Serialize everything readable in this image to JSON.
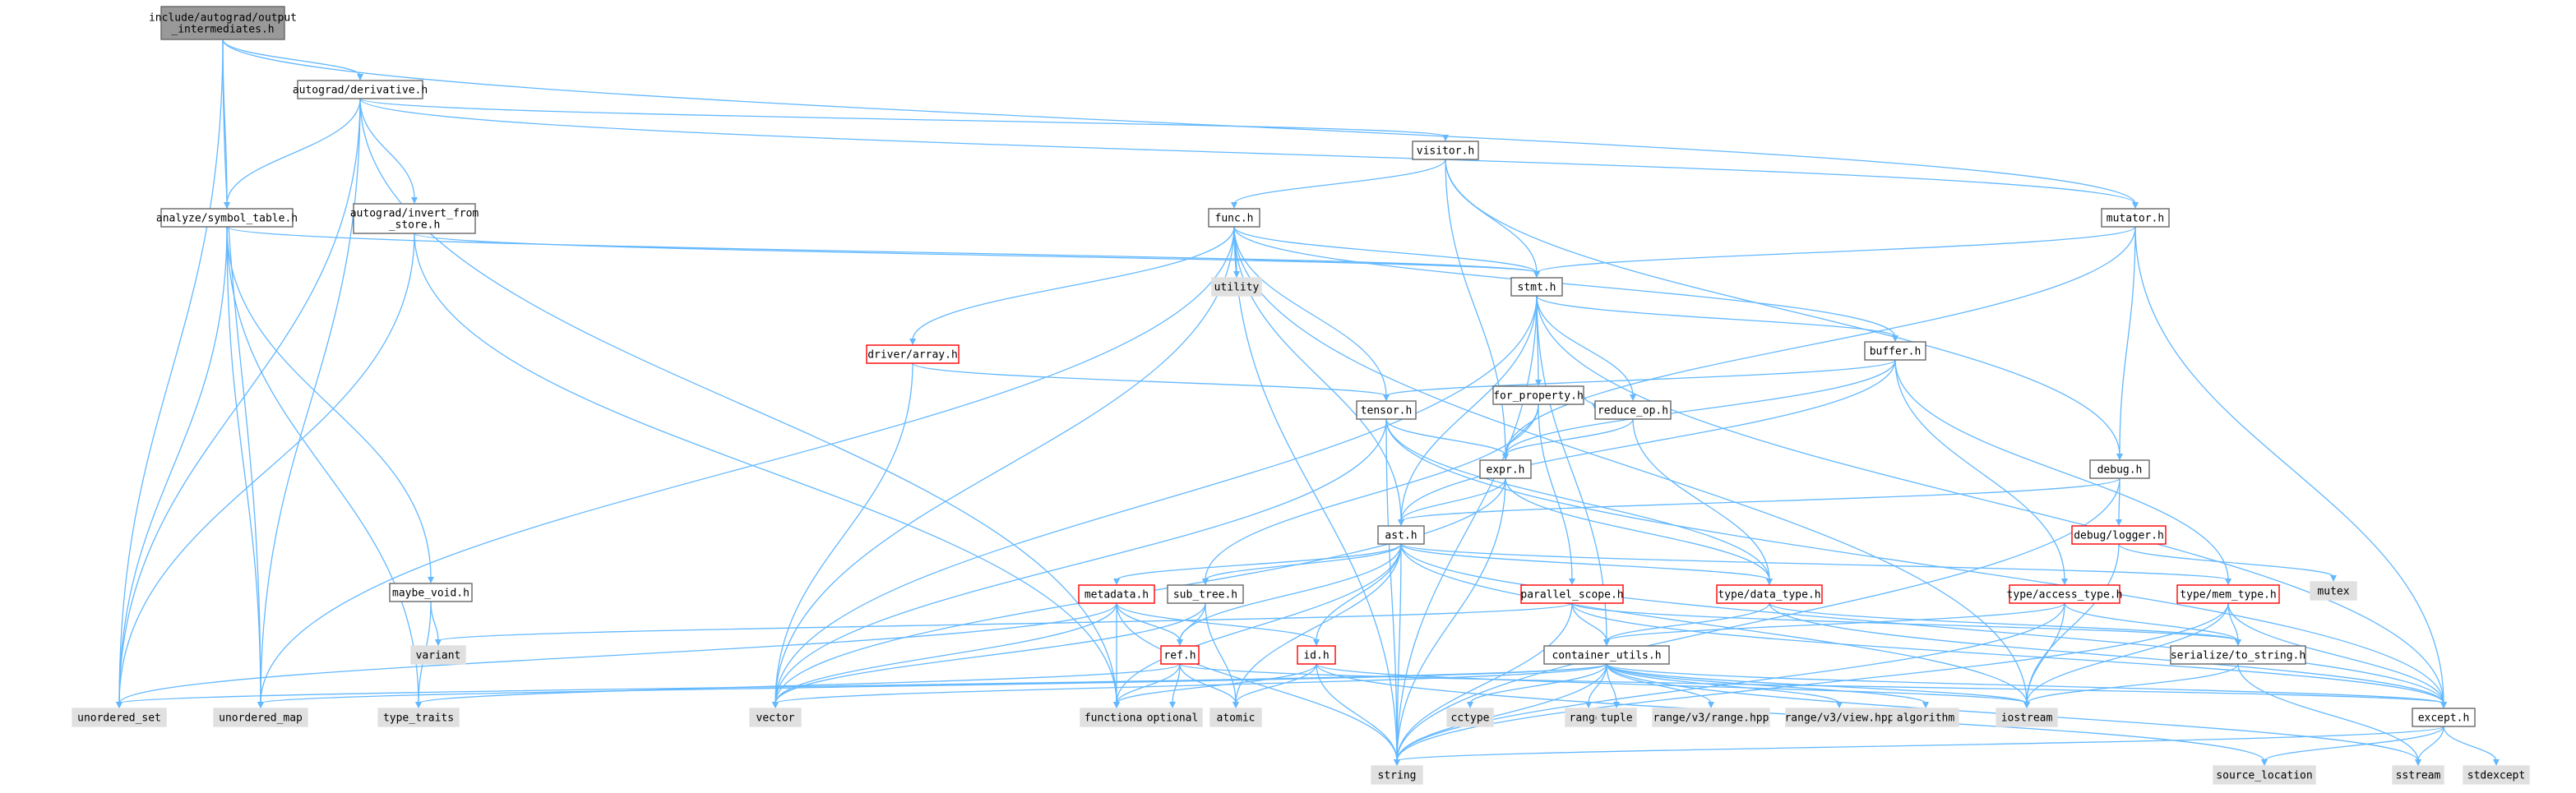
{
  "title": "include/autograd/output_intermediates.h include dependency graph",
  "colors": {
    "root_fill": "#999999",
    "node_fill": "#ffffff",
    "node_border": "#666666",
    "red_border": "#ff0000",
    "system_fill": "#e0e0e0",
    "system_border": "#e0e0e0",
    "edge": "#63b8ff"
  },
  "nodes": [
    {
      "id": "root",
      "lines": [
        "include/autograd/output",
        "_intermediates.h"
      ],
      "kind": "root"
    },
    {
      "id": "derivative",
      "lines": [
        "autograd/derivative.h"
      ],
      "kind": "normal"
    },
    {
      "id": "symtable",
      "lines": [
        "analyze/symbol_table.h"
      ],
      "kind": "normal"
    },
    {
      "id": "invert",
      "lines": [
        "autograd/invert_from",
        "_store.h"
      ],
      "kind": "normal"
    },
    {
      "id": "visitor",
      "lines": [
        "visitor.h"
      ],
      "kind": "normal"
    },
    {
      "id": "mutator",
      "lines": [
        "mutator.h"
      ],
      "kind": "normal"
    },
    {
      "id": "func",
      "lines": [
        "func.h"
      ],
      "kind": "normal"
    },
    {
      "id": "stmt",
      "lines": [
        "stmt.h"
      ],
      "kind": "normal"
    },
    {
      "id": "utility",
      "lines": [
        "utility"
      ],
      "kind": "system"
    },
    {
      "id": "driverarray",
      "lines": [
        "driver/array.h"
      ],
      "kind": "red"
    },
    {
      "id": "forprop",
      "lines": [
        "for_property.h"
      ],
      "kind": "normal"
    },
    {
      "id": "buffer",
      "lines": [
        "buffer.h"
      ],
      "kind": "normal"
    },
    {
      "id": "tensor",
      "lines": [
        "tensor.h"
      ],
      "kind": "normal"
    },
    {
      "id": "reduceop",
      "lines": [
        "reduce_op.h"
      ],
      "kind": "normal"
    },
    {
      "id": "expr",
      "lines": [
        "expr.h"
      ],
      "kind": "normal"
    },
    {
      "id": "debug",
      "lines": [
        "debug.h"
      ],
      "kind": "normal"
    },
    {
      "id": "ast",
      "lines": [
        "ast.h"
      ],
      "kind": "normal"
    },
    {
      "id": "debuglogger",
      "lines": [
        "debug/logger.h"
      ],
      "kind": "red"
    },
    {
      "id": "mutex",
      "lines": [
        "mutex"
      ],
      "kind": "system"
    },
    {
      "id": "maybevoid",
      "lines": [
        "maybe_void.h"
      ],
      "kind": "normal"
    },
    {
      "id": "metadata",
      "lines": [
        "metadata.h"
      ],
      "kind": "red"
    },
    {
      "id": "subtree",
      "lines": [
        "sub_tree.h"
      ],
      "kind": "normal"
    },
    {
      "id": "parallelscope",
      "lines": [
        "parallel_scope.h"
      ],
      "kind": "red"
    },
    {
      "id": "datatype",
      "lines": [
        "type/data_type.h"
      ],
      "kind": "red"
    },
    {
      "id": "accesstype",
      "lines": [
        "type/access_type.h"
      ],
      "kind": "red"
    },
    {
      "id": "memtype",
      "lines": [
        "type/mem_type.h"
      ],
      "kind": "red"
    },
    {
      "id": "variant",
      "lines": [
        "variant"
      ],
      "kind": "system"
    },
    {
      "id": "ref",
      "lines": [
        "ref.h"
      ],
      "kind": "red"
    },
    {
      "id": "idh",
      "lines": [
        "id.h"
      ],
      "kind": "red"
    },
    {
      "id": "containerutils",
      "lines": [
        "container_utils.h"
      ],
      "kind": "normal"
    },
    {
      "id": "serialize",
      "lines": [
        "serialize/to_string.h"
      ],
      "kind": "normal"
    },
    {
      "id": "unorderedset",
      "lines": [
        "unordered_set"
      ],
      "kind": "system"
    },
    {
      "id": "unorderedmap",
      "lines": [
        "unordered_map"
      ],
      "kind": "system"
    },
    {
      "id": "typetraits",
      "lines": [
        "type_traits"
      ],
      "kind": "system"
    },
    {
      "id": "vector",
      "lines": [
        "vector"
      ],
      "kind": "system"
    },
    {
      "id": "functional",
      "lines": [
        "functional"
      ],
      "kind": "system"
    },
    {
      "id": "optional",
      "lines": [
        "optional"
      ],
      "kind": "system"
    },
    {
      "id": "atomic",
      "lines": [
        "atomic"
      ],
      "kind": "system"
    },
    {
      "id": "cctype",
      "lines": [
        "cctype"
      ],
      "kind": "system"
    },
    {
      "id": "ranges",
      "lines": [
        "ranges"
      ],
      "kind": "system"
    },
    {
      "id": "tuple",
      "lines": [
        "tuple"
      ],
      "kind": "system"
    },
    {
      "id": "rangev3range",
      "lines": [
        "range/v3/range.hpp"
      ],
      "kind": "system"
    },
    {
      "id": "rangev3view",
      "lines": [
        "range/v3/view.hpp"
      ],
      "kind": "system"
    },
    {
      "id": "algorithm",
      "lines": [
        "algorithm"
      ],
      "kind": "system"
    },
    {
      "id": "iostream",
      "lines": [
        "iostream"
      ],
      "kind": "system"
    },
    {
      "id": "except",
      "lines": [
        "except.h"
      ],
      "kind": "normal"
    },
    {
      "id": "string",
      "lines": [
        "string"
      ],
      "kind": "system"
    },
    {
      "id": "sourcelocation",
      "lines": [
        "source_location"
      ],
      "kind": "system"
    },
    {
      "id": "sstream",
      "lines": [
        "sstream"
      ],
      "kind": "system"
    },
    {
      "id": "stdexcept",
      "lines": [
        "stdexcept"
      ],
      "kind": "system"
    }
  ],
  "edges": [
    [
      "root",
      "derivative"
    ],
    [
      "root",
      "symtable"
    ],
    [
      "root",
      "mutator"
    ],
    [
      "root",
      "unorderedset"
    ],
    [
      "root",
      "unorderedmap"
    ],
    [
      "derivative",
      "symtable"
    ],
    [
      "derivative",
      "invert"
    ],
    [
      "derivative",
      "visitor"
    ],
    [
      "derivative",
      "mutator"
    ],
    [
      "derivative",
      "unorderedset"
    ],
    [
      "derivative",
      "unorderedmap"
    ],
    [
      "derivative",
      "functional"
    ],
    [
      "symtable",
      "stmt"
    ],
    [
      "symtable",
      "maybevoid"
    ],
    [
      "symtable",
      "unorderedset"
    ],
    [
      "symtable",
      "unorderedmap"
    ],
    [
      "symtable",
      "typetraits"
    ],
    [
      "invert",
      "stmt"
    ],
    [
      "invert",
      "unorderedset"
    ],
    [
      "invert",
      "functional"
    ],
    [
      "visitor",
      "func"
    ],
    [
      "visitor",
      "stmt"
    ],
    [
      "visitor",
      "expr"
    ],
    [
      "visitor",
      "debug"
    ],
    [
      "mutator",
      "stmt"
    ],
    [
      "mutator",
      "debug"
    ],
    [
      "mutator",
      "except"
    ],
    [
      "mutator",
      "expr"
    ],
    [
      "func",
      "stmt"
    ],
    [
      "func",
      "utility"
    ],
    [
      "func",
      "driverarray"
    ],
    [
      "func",
      "tensor"
    ],
    [
      "func",
      "buffer"
    ],
    [
      "func",
      "ast"
    ],
    [
      "func",
      "unorderedmap"
    ],
    [
      "func",
      "vector"
    ],
    [
      "func",
      "string"
    ],
    [
      "func",
      "iostream"
    ],
    [
      "stmt",
      "forprop"
    ],
    [
      "stmt",
      "buffer"
    ],
    [
      "stmt",
      "reduceop"
    ],
    [
      "stmt",
      "ast"
    ],
    [
      "stmt",
      "containerutils"
    ],
    [
      "stmt",
      "except"
    ],
    [
      "stmt",
      "vector"
    ],
    [
      "stmt",
      "string"
    ],
    [
      "driverarray",
      "tensor"
    ],
    [
      "driverarray",
      "vector"
    ],
    [
      "forprop",
      "expr"
    ],
    [
      "forprop",
      "reduceop"
    ],
    [
      "forprop",
      "parallelscope"
    ],
    [
      "forprop",
      "subtree"
    ],
    [
      "buffer",
      "tensor"
    ],
    [
      "buffer",
      "accesstype"
    ],
    [
      "buffer",
      "memtype"
    ],
    [
      "buffer",
      "expr"
    ],
    [
      "buffer",
      "ast"
    ],
    [
      "tensor",
      "expr"
    ],
    [
      "tensor",
      "datatype"
    ],
    [
      "tensor",
      "vector"
    ],
    [
      "tensor",
      "string"
    ],
    [
      "tensor",
      "except"
    ],
    [
      "reduceop",
      "expr"
    ],
    [
      "reduceop",
      "datatype"
    ],
    [
      "expr",
      "ast"
    ],
    [
      "expr",
      "datatype"
    ],
    [
      "expr",
      "string"
    ],
    [
      "expr",
      "vector"
    ],
    [
      "debug",
      "debuglogger"
    ],
    [
      "debug",
      "ast"
    ],
    [
      "debug",
      "string"
    ],
    [
      "ast",
      "metadata"
    ],
    [
      "ast",
      "subtree"
    ],
    [
      "ast",
      "datatype"
    ],
    [
      "ast",
      "ref"
    ],
    [
      "ast",
      "idh"
    ],
    [
      "ast",
      "memtype"
    ],
    [
      "ast",
      "functional"
    ],
    [
      "ast",
      "atomic"
    ],
    [
      "ast",
      "string"
    ],
    [
      "ast",
      "iostream"
    ],
    [
      "ast",
      "except"
    ],
    [
      "debuglogger",
      "mutex"
    ],
    [
      "debuglogger",
      "iostream"
    ],
    [
      "maybevoid",
      "variant"
    ],
    [
      "maybevoid",
      "typetraits"
    ],
    [
      "metadata",
      "ref"
    ],
    [
      "metadata",
      "idh"
    ],
    [
      "metadata",
      "unorderedset"
    ],
    [
      "metadata",
      "functional"
    ],
    [
      "metadata",
      "string"
    ],
    [
      "metadata",
      "vector"
    ],
    [
      "subtree",
      "ref"
    ],
    [
      "subtree",
      "vector"
    ],
    [
      "subtree",
      "atomic"
    ],
    [
      "parallelscope",
      "containerutils"
    ],
    [
      "parallelscope",
      "serialize"
    ],
    [
      "parallelscope",
      "variant"
    ],
    [
      "parallelscope",
      "string"
    ],
    [
      "parallelscope",
      "except"
    ],
    [
      "datatype",
      "containerutils"
    ],
    [
      "datatype",
      "serialize"
    ],
    [
      "datatype",
      "except"
    ],
    [
      "accesstype",
      "containerutils"
    ],
    [
      "accesstype",
      "serialize"
    ],
    [
      "accesstype",
      "iostream"
    ],
    [
      "accesstype",
      "string"
    ],
    [
      "memtype",
      "serialize"
    ],
    [
      "memtype",
      "except"
    ],
    [
      "memtype",
      "iostream"
    ],
    [
      "memtype",
      "string"
    ],
    [
      "ref",
      "except"
    ],
    [
      "ref",
      "functional"
    ],
    [
      "ref",
      "optional"
    ],
    [
      "ref",
      "atomic"
    ],
    [
      "ref",
      "typetraits"
    ],
    [
      "idh",
      "iostream"
    ],
    [
      "idh",
      "atomic"
    ],
    [
      "idh",
      "functional"
    ],
    [
      "idh",
      "string"
    ],
    [
      "idh",
      "sourcelocation"
    ],
    [
      "containerutils",
      "cctype"
    ],
    [
      "containerutils",
      "ranges"
    ],
    [
      "containerutils",
      "tuple"
    ],
    [
      "containerutils",
      "rangev3range"
    ],
    [
      "containerutils",
      "rangev3view"
    ],
    [
      "containerutils",
      "algorithm"
    ],
    [
      "containerutils",
      "iostream"
    ],
    [
      "containerutils",
      "except"
    ],
    [
      "containerutils",
      "string"
    ],
    [
      "containerutils",
      "vector"
    ],
    [
      "containerutils",
      "unorderedset"
    ],
    [
      "containerutils",
      "unorderedmap"
    ],
    [
      "containerutils",
      "sstream"
    ],
    [
      "serialize",
      "iostream"
    ],
    [
      "serialize",
      "sstream"
    ],
    [
      "except",
      "sourcelocation"
    ],
    [
      "except",
      "string"
    ],
    [
      "except",
      "sstream"
    ],
    [
      "except",
      "stdexcept"
    ]
  ]
}
